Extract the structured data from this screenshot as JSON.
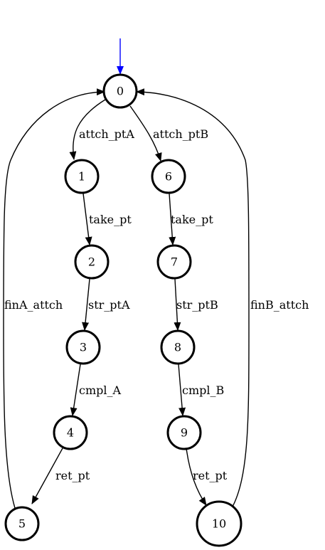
{
  "diagram": {
    "colors": {
      "start_arrow": "#0000ff",
      "stroke": "#000000",
      "background": "#ffffff"
    },
    "nodes": [
      {
        "id": "0",
        "label": "0"
      },
      {
        "id": "1",
        "label": "1"
      },
      {
        "id": "2",
        "label": "2"
      },
      {
        "id": "3",
        "label": "3"
      },
      {
        "id": "4",
        "label": "4"
      },
      {
        "id": "5",
        "label": "5"
      },
      {
        "id": "6",
        "label": "6"
      },
      {
        "id": "7",
        "label": "7"
      },
      {
        "id": "8",
        "label": "8"
      },
      {
        "id": "9",
        "label": "9"
      },
      {
        "id": "10",
        "label": "10"
      }
    ],
    "start_state": "0",
    "edges": [
      {
        "from": "0",
        "to": "1",
        "label": "attch_ptA"
      },
      {
        "from": "0",
        "to": "6",
        "label": "attch_ptB"
      },
      {
        "from": "1",
        "to": "2",
        "label": "take_pt"
      },
      {
        "from": "6",
        "to": "7",
        "label": "take_pt"
      },
      {
        "from": "2",
        "to": "3",
        "label": "str_ptA"
      },
      {
        "from": "7",
        "to": "8",
        "label": "str_ptB"
      },
      {
        "from": "3",
        "to": "4",
        "label": "cmpl_A"
      },
      {
        "from": "8",
        "to": "9",
        "label": "cmpl_B"
      },
      {
        "from": "4",
        "to": "5",
        "label": "ret_pt"
      },
      {
        "from": "9",
        "to": "10",
        "label": "ret_pt"
      },
      {
        "from": "5",
        "to": "0",
        "label": "finA_attch"
      },
      {
        "from": "10",
        "to": "0",
        "label": "finB_attch"
      }
    ]
  }
}
